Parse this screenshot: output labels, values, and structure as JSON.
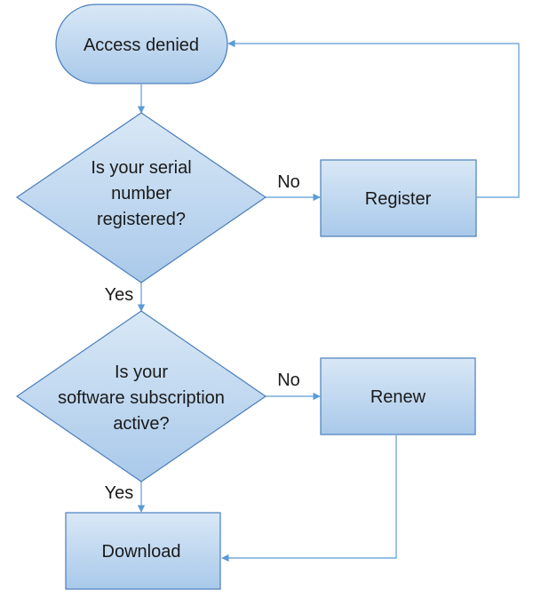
{
  "diagram": {
    "start": {
      "label": "Access denied"
    },
    "decision_serial": {
      "lines": [
        "Is your serial",
        "number",
        "registered?"
      ]
    },
    "decision_subscription": {
      "lines": [
        "Is your",
        "software subscription",
        "active?"
      ]
    },
    "register": {
      "label": "Register"
    },
    "renew": {
      "label": "Renew"
    },
    "download": {
      "label": "Download"
    },
    "edges": {
      "serial_no": "No",
      "serial_yes": "Yes",
      "subscription_no": "No",
      "subscription_yes": "Yes"
    }
  },
  "colors": {
    "fill_top": "#d9e8f6",
    "fill_bottom": "#a9c9ea",
    "stroke": "#4a7ebb",
    "connector": "#5b9bd5"
  }
}
